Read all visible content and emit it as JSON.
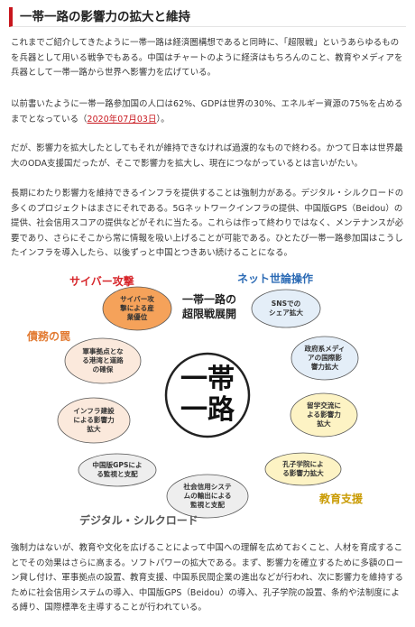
{
  "heading": "一帯一路の影響力の拡大と維持",
  "paragraphs": {
    "p1": "これまでご紹介してきたように一帯一路は経済圏構想であると同時に、「超限戦」というあらゆるものを兵器として用いる戦争でもある。中国はチャートのように経済はもちろんのこと、教育やメディアを兵器として一帯一路から世界へ影響力を広げている。",
    "p2_text": "以前書いたように一帯一路参加国の人口は62%、GDPは世界の30%、エネルギー資源の75%を占めるまでとなっている（",
    "p2_link": "2020年07月03日",
    "p2_end": "）。",
    "p3": "だが、影響力を拡大したとしてもそれが維持できなければ過渡的なもので終わる。かつて日本は世界最大のODA支援国だったが、そこで影響力を拡大し、現在につながっているとは言いがたい。",
    "p4": "長期にわたり影響力を維持できるインフラを提供することは強制力がある。デジタル・シルクロードの多くのプロジェクトはまさにそれである。5Gネットワークインフラの提供、中国版GPS（Beidou）の提供、社会信用スコアの提供などがそれに当たる。これらは作って終わりではなく、メンテナンスが必要であり、さらにそこから常に情報を吸い上げることが可能である。ひとたび一帯一路参加国はこうしたインフラを導入したら、以後ずっと中国とつきあい続けることになる。",
    "p5": "強制力はないが、教育や文化を広げることによって中国への理解を広めておくこと、人材を育成することでその効果はさらに高まる。ソフトパワーの拡大である。まず、影響力を確立するために多額のローン貸し付け、軍事拠点の設置、教育支援、中国系民間企業の進出などが行われ、次に影響力を維持するために社会信用システムの導入、中国版GPS（Beidou）の導入、孔子学院の設置、条約や法制度による縛り、国際標準を主導することが行われている。"
  },
  "diagram": {
    "center_title": "一帯一路の\n超限戦展開",
    "center_big": "一帯\n一路",
    "categories": {
      "cyber": "サイバー攻撃",
      "net": "ネット世論操作",
      "debt": "債務の罠",
      "education": "教育支援",
      "digital": "デジタル・シルクロード"
    },
    "items": {
      "cyber_theft": "サイバー攻\n撃による産\n業優位",
      "sns": "SNSでの\nシェア拡大",
      "media": "政府系メディ\nアの国際影\n響力拡大",
      "military": "軍事拠点とな\nる港湾と道路\nの確保",
      "infra": "インフラ建設\nによる影響力\n拡大",
      "exchange": "留学交流に\nよる影響力\n拡大",
      "gps": "中国版GPSによ\nる監視と支配",
      "confucius": "孔子学院によ\nる影響力拡大",
      "social_credit": "社会信用システ\nムの輸出による\n監視と支配"
    },
    "colors": {
      "cyber": "#d7262b",
      "net": "#2c6bb5",
      "debt": "#e27a31",
      "education": "#c99a00",
      "digital": "#555555",
      "cyber_fill": "#f5a25a",
      "net_fill": "#e4eef8",
      "debt_fill": "#fbe9dc",
      "edu_fill": "#fdf3c4",
      "digital_fill": "#eeeeee"
    }
  }
}
